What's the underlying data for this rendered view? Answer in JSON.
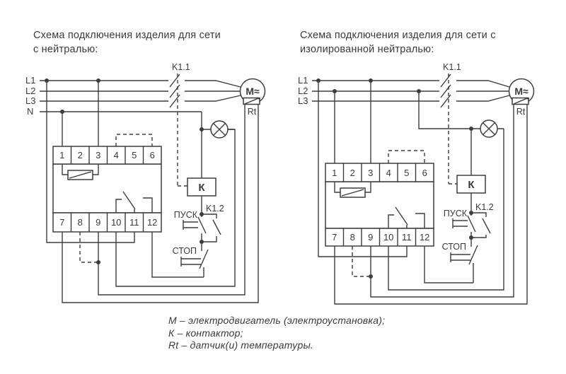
{
  "page": {
    "background": "#ffffff",
    "line_color": "#3d3d3d",
    "text_color": "#3a3a3a"
  },
  "left_diagram": {
    "title_line1": "Схема подключения изделия для сети",
    "title_line2": "с нейтралью:",
    "phase1": "L1",
    "phase2": "L2",
    "phase3": "L3",
    "neutral": "N",
    "main_contact": "K1.1",
    "aux_contact": "K1.2",
    "motor": "M≈",
    "sensor": "Rt",
    "contactor": "К",
    "start": "ПУСК",
    "stop": "СТОП",
    "terminals_top": [
      "1",
      "2",
      "3",
      "4",
      "5",
      "6"
    ],
    "terminals_bottom": [
      "7",
      "8",
      "9",
      "10",
      "11",
      "12"
    ]
  },
  "right_diagram": {
    "title_line1": "Схема подключения изделия для сети с",
    "title_line2": "изолированной нейтралью:",
    "phase1": "L1",
    "phase2": "L2",
    "phase3": "L3",
    "main_contact": "K1.1",
    "aux_contact": "K1.2",
    "motor": "M≈",
    "sensor": "Rt",
    "contactor": "К",
    "start": "ПУСК",
    "stop": "СТОП",
    "terminals_top": [
      "1",
      "2",
      "3",
      "4",
      "5",
      "6"
    ],
    "terminals_bottom": [
      "7",
      "8",
      "9",
      "10",
      "11",
      "12"
    ]
  },
  "legend": {
    "line1": "М – электродвигатель (электроустановка);",
    "line2": "К – контактор;",
    "line3": "Rt – датчик(и) температуры."
  }
}
